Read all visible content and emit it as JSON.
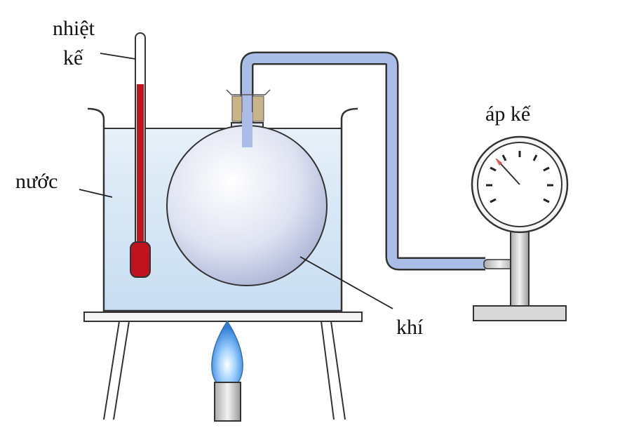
{
  "labels": {
    "thermometer_line1": "nhiệt",
    "thermometer_line2": "kế",
    "water": "nước",
    "gas": "khí",
    "manometer": "áp kế"
  },
  "colors": {
    "water": "#cfe2f3",
    "thermometer_liquid": "#c1121f",
    "tube": "#a9bde6",
    "stopper": "#c8b48a",
    "flame": "#3a8fe0",
    "metal": "#d6d6d6"
  }
}
